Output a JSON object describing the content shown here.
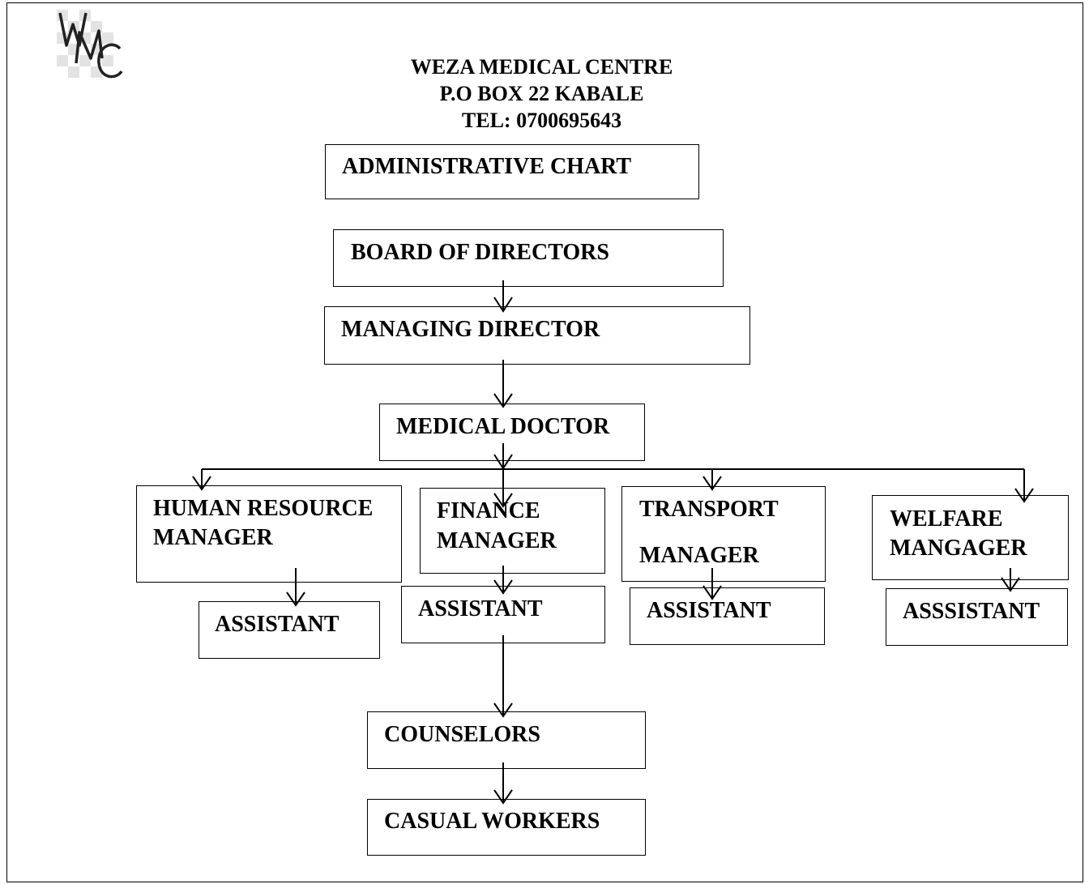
{
  "header": {
    "logo_text": "WMC",
    "line1": "WEZA MEDICAL CENTRE",
    "line2": "P.O BOX 22 KABALE",
    "line3": "TEL: 0700695643"
  },
  "chart_title": "ADMINISTRATIVE CHART",
  "nodes": {
    "board": "BOARD OF DIRECTORS",
    "md": "MANAGING DIRECTOR",
    "doctor": "MEDICAL DOCTOR",
    "hr_line1": "HUMAN RESOURCE",
    "hr_line2": "MANAGER",
    "fin_line1": "FINANCE",
    "fin_line2": "MANAGER",
    "trans_line1": "TRANSPORT",
    "trans_line2": "MANAGER",
    "wel_line1": "WELFARE",
    "wel_line2": "MANGAGER",
    "hr_assistant": "ASSISTANT",
    "fin_assistant": "ASSISTANT",
    "trans_assistant": "ASSISTANT",
    "wel_assistant": "ASSSISTANT",
    "counselors": "COUNSELORS",
    "casual": "CASUAL WORKERS"
  }
}
